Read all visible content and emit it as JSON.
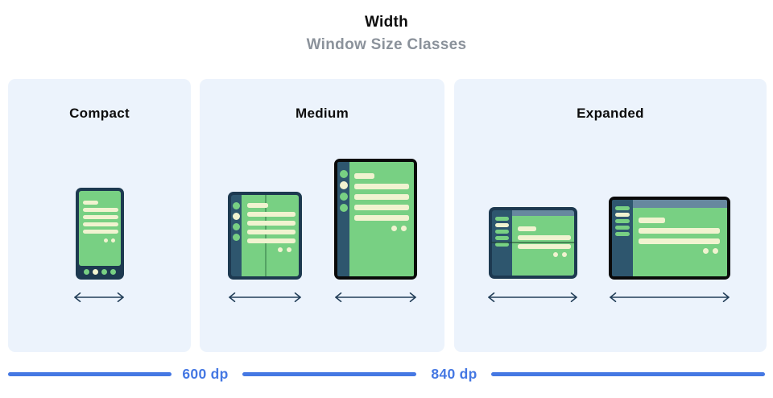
{
  "header": {
    "title": "Width",
    "subtitle": "Window Size Classes"
  },
  "panels": [
    {
      "id": "compact",
      "label": "Compact",
      "devices": [
        "phone-portrait"
      ]
    },
    {
      "id": "medium",
      "label": "Medium",
      "devices": [
        "foldable-open-portrait",
        "tablet-portrait"
      ]
    },
    {
      "id": "expanded",
      "label": "Expanded",
      "devices": [
        "foldable-open-landscape",
        "tablet-landscape"
      ]
    }
  ],
  "axis": {
    "breakpoints": [
      {
        "label": "600 dp"
      },
      {
        "label": "840 dp"
      }
    ]
  },
  "colors": {
    "panelBg": "#ecf3fc",
    "frameNavy": "#1d3950",
    "railNavy": "#2e566e",
    "screenGreen": "#78d083",
    "contentCream": "#f1f3d0",
    "topBarSlate": "#67889f",
    "foldGreen": "#4d9a5f",
    "deviceBlack": "#0a0a0a",
    "arrowNavy": "#223e58",
    "accentBlue": "#4578e3",
    "titleInk": "#0d0d0d",
    "subtitleGray": "#8b929b"
  }
}
